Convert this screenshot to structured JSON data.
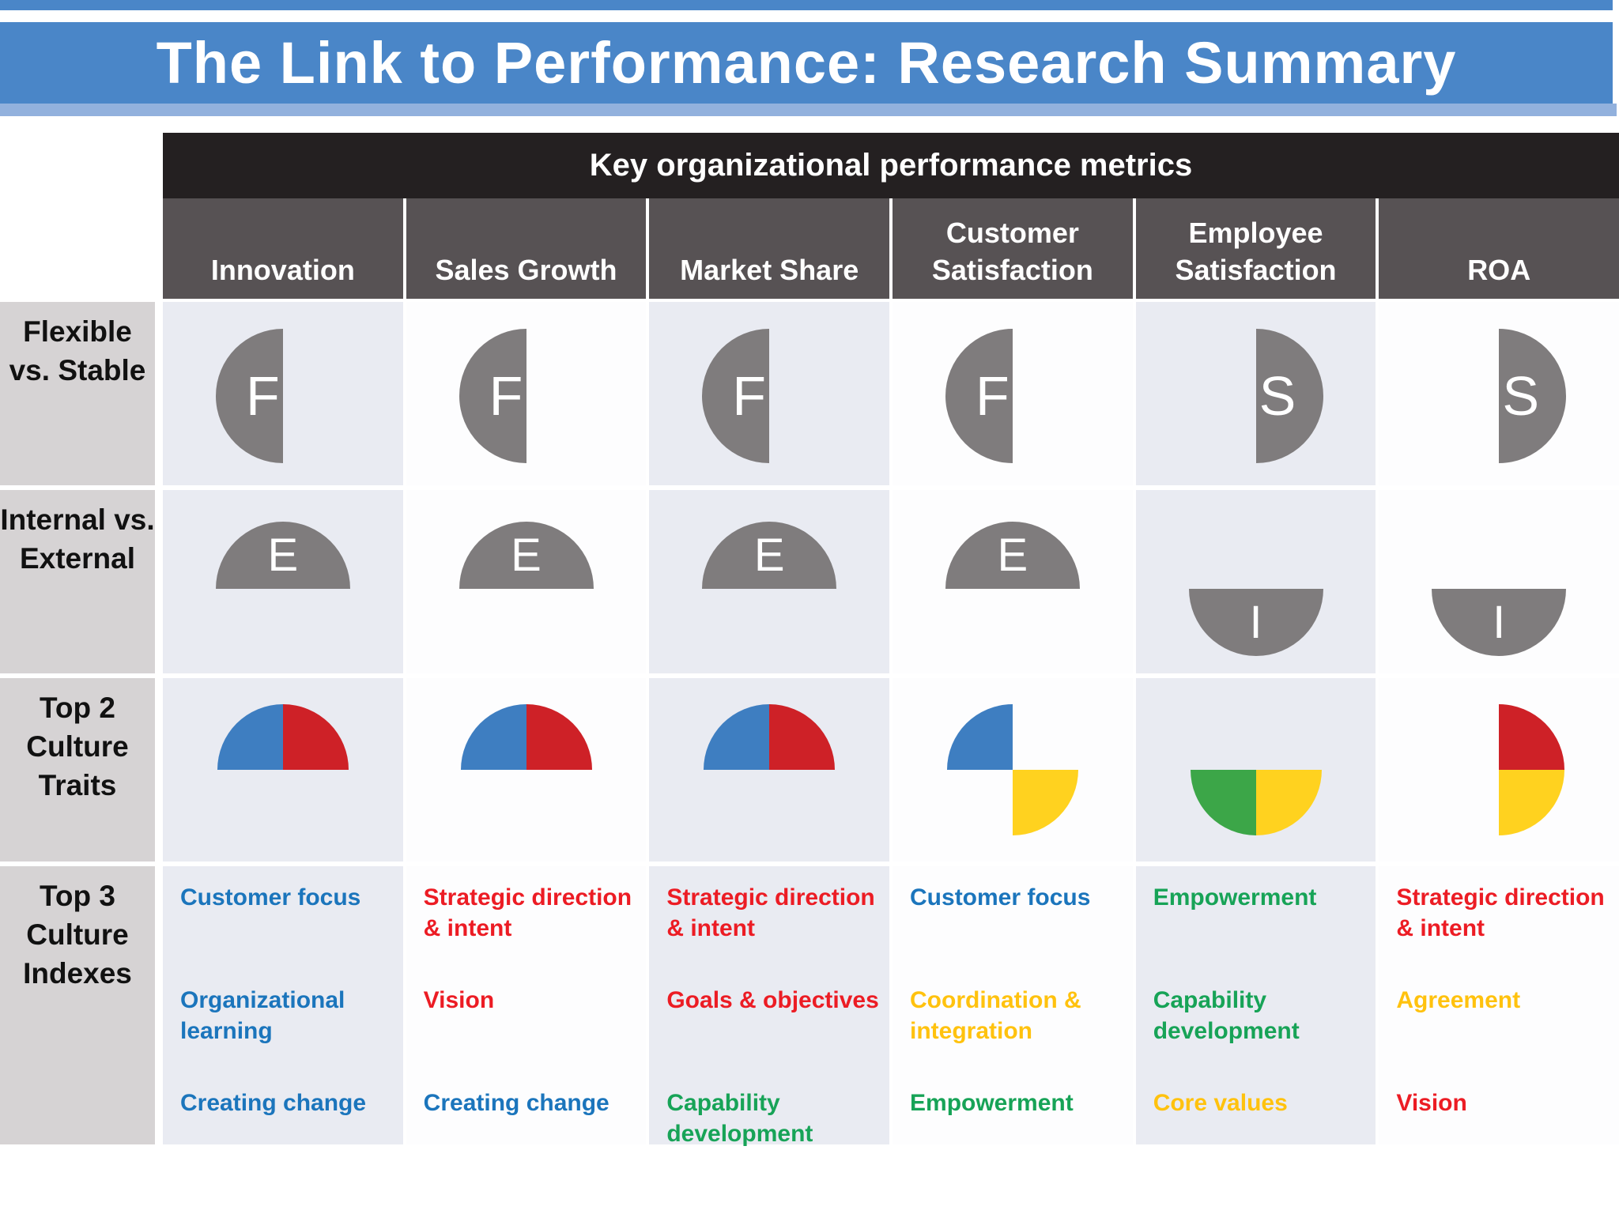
{
  "title": "The Link to Performance: Research Summary",
  "metrics_header": "Key organizational performance metrics",
  "columns": [
    "Innovation",
    "Sales Growth",
    "Market Share",
    "Customer Satisfaction",
    "Employee Satisfaction",
    "ROA"
  ],
  "rows": [
    {
      "label": "Flexible vs. Stable",
      "type": "letter",
      "cells": [
        {
          "shape": "half-left",
          "letter": "F"
        },
        {
          "shape": "half-left",
          "letter": "F"
        },
        {
          "shape": "half-left",
          "letter": "F"
        },
        {
          "shape": "half-left",
          "letter": "F"
        },
        {
          "shape": "half-right",
          "letter": "S"
        },
        {
          "shape": "half-right",
          "letter": "S"
        }
      ]
    },
    {
      "label": "Internal vs. External",
      "type": "letter",
      "cells": [
        {
          "shape": "half-top",
          "letter": "E"
        },
        {
          "shape": "half-top",
          "letter": "E"
        },
        {
          "shape": "half-top",
          "letter": "E"
        },
        {
          "shape": "half-top",
          "letter": "E"
        },
        {
          "shape": "half-bottom",
          "letter": "I"
        },
        {
          "shape": "half-bottom",
          "letter": "I"
        }
      ]
    },
    {
      "label": "Top 2 Culture Traits",
      "type": "quarters",
      "cells": [
        {
          "quarters": {
            "tl": "blue",
            "tr": "red"
          }
        },
        {
          "quarters": {
            "tl": "blue",
            "tr": "red"
          }
        },
        {
          "quarters": {
            "tl": "blue",
            "tr": "red"
          }
        },
        {
          "quarters": {
            "tl": "blue",
            "br": "yellow"
          }
        },
        {
          "quarters": {
            "bl": "green",
            "br": "yellow"
          }
        },
        {
          "quarters": {
            "tr": "red",
            "br": "yellow"
          }
        }
      ]
    },
    {
      "label": "Top 3 Culture Indexes",
      "type": "texts",
      "cells": [
        {
          "items": [
            {
              "text": "Customer focus",
              "color": "blue"
            },
            {
              "text": "Organizational learning",
              "color": "blue"
            },
            {
              "text": "Creating change",
              "color": "blue"
            }
          ]
        },
        {
          "items": [
            {
              "text": "Strategic direction & intent",
              "color": "red"
            },
            {
              "text": "Vision",
              "color": "red"
            },
            {
              "text": "Creating change",
              "color": "blue"
            }
          ]
        },
        {
          "items": [
            {
              "text": "Strategic direction & intent",
              "color": "red"
            },
            {
              "text": "Goals & objectives",
              "color": "red"
            },
            {
              "text": "Capability development",
              "color": "green"
            }
          ]
        },
        {
          "items": [
            {
              "text": "Customer focus",
              "color": "blue"
            },
            {
              "text": "Coordination & integration",
              "color": "yellow"
            },
            {
              "text": "Empowerment",
              "color": "green"
            }
          ]
        },
        {
          "items": [
            {
              "text": "Empowerment",
              "color": "green"
            },
            {
              "text": "Capability development",
              "color": "green"
            },
            {
              "text": "Core values",
              "color": "yellow"
            }
          ]
        },
        {
          "items": [
            {
              "text": "Strategic direction & intent",
              "color": "red"
            },
            {
              "text": "Agreement",
              "color": "yellow"
            },
            {
              "text": "Vision",
              "color": "red"
            }
          ]
        }
      ]
    }
  ],
  "palette": {
    "title_bar": "#4A86C8",
    "title_underline": "#92B1DD",
    "metrics_bar_bg": "#242021",
    "column_header_bg": "#575254",
    "row_label_bg": "#D6D3D4",
    "cell_bg_shaded": "#E9EBF2",
    "cell_bg_plain": "#FDFDFE",
    "shape_gray": "#7F7C7D",
    "pie_blue": "#3E7EC1",
    "pie_red": "#CE2127",
    "pie_yellow": "#FFD21F",
    "pie_green": "#3CA648",
    "text_blue": "#1B75BC",
    "text_red": "#EC1C24",
    "text_yellow": "#FFC20E",
    "text_green": "#17A357"
  }
}
